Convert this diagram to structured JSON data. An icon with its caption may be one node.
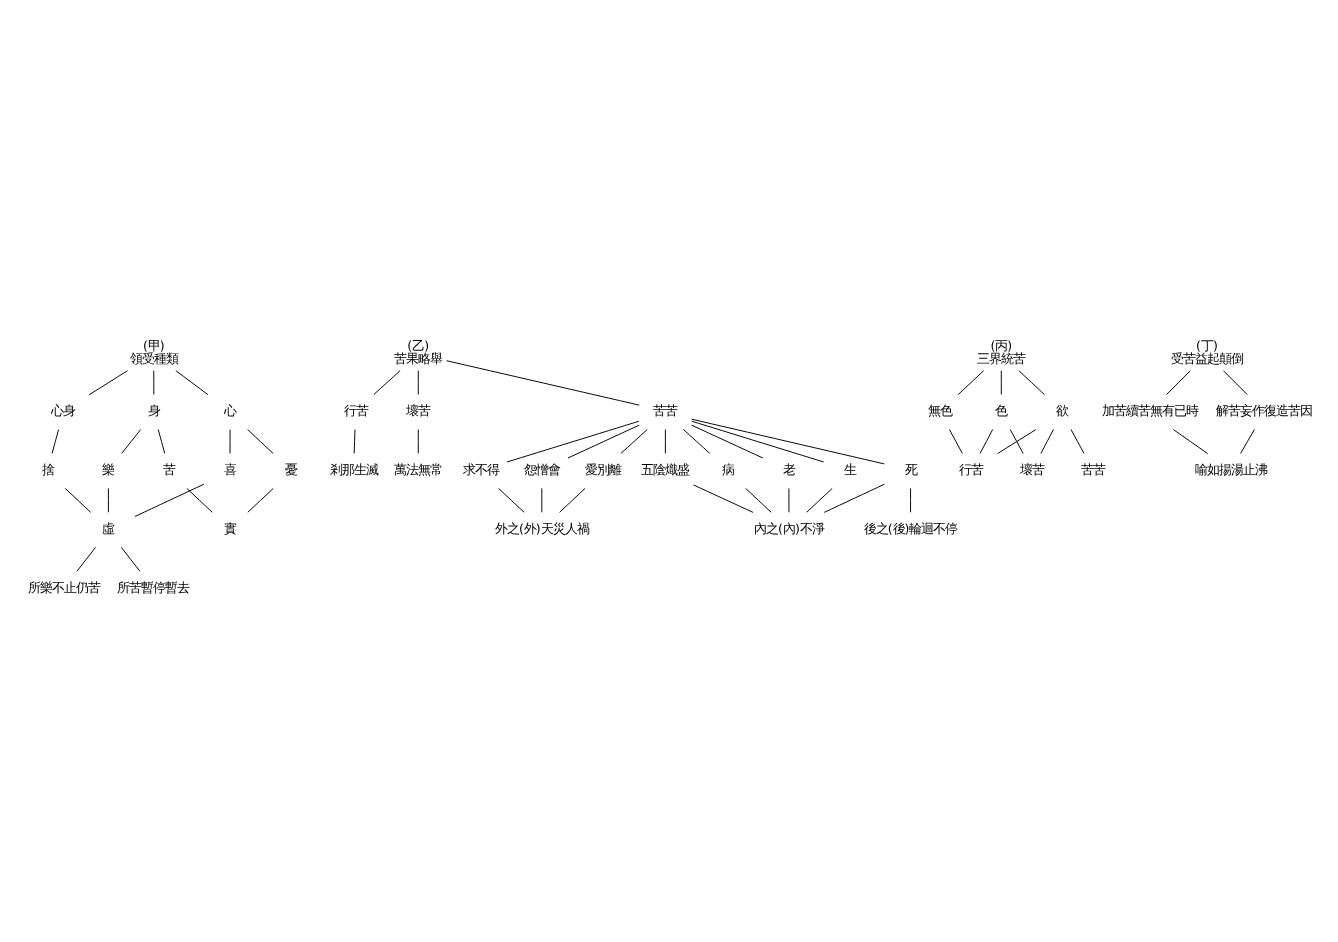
{
  "diagram": {
    "nodes": [
      {
        "text": [
          "(甲)",
          "領受種類"
        ]
      },
      {
        "text": [
          "心身"
        ]
      },
      {
        "text": [
          "心"
        ]
      },
      {
        "text": [
          "身"
        ]
      },
      {
        "text": [
          "捨"
        ]
      },
      {
        "text": [
          "喜"
        ]
      },
      {
        "text": [
          "憂"
        ]
      },
      {
        "text": [
          "樂"
        ]
      },
      {
        "text": [
          "苦"
        ]
      },
      {
        "text": [
          "虛"
        ]
      },
      {
        "text": [
          "實"
        ]
      },
      {
        "text": [
          "所樂不止仍苦"
        ]
      },
      {
        "text": [
          "所苦暫停暫去"
        ]
      },
      {
        "text": [
          "(乙)",
          "苦果略舉"
        ]
      },
      {
        "text": [
          "行苦"
        ]
      },
      {
        "text": [
          "壞苦"
        ]
      },
      {
        "text": [
          "苦苦"
        ]
      },
      {
        "text": [
          "剎那生滅"
        ]
      },
      {
        "text": [
          "萬法無常"
        ]
      },
      {
        "text": [
          "五陰熾盛"
        ]
      },
      {
        "text": [
          "求不得"
        ]
      },
      {
        "text": [
          "怨憎會"
        ]
      },
      {
        "text": [
          "愛別離"
        ]
      },
      {
        "text": [
          "死"
        ]
      },
      {
        "text": [
          "病"
        ]
      },
      {
        "text": [
          "老"
        ]
      },
      {
        "text": [
          "生"
        ]
      },
      {
        "text": [
          "外之(外)天災人禍"
        ]
      },
      {
        "text": [
          "後之(後)輪迴不停"
        ]
      },
      {
        "text": [
          "內之(內)不淨"
        ]
      },
      {
        "text": [
          "(丙)",
          "三界統苦"
        ]
      },
      {
        "text": [
          "無色"
        ]
      },
      {
        "text": [
          "色"
        ]
      },
      {
        "text": [
          "欲"
        ]
      },
      {
        "text": [
          "行苦"
        ]
      },
      {
        "text": [
          "壞苦"
        ]
      },
      {
        "text": [
          "苦苦"
        ]
      },
      {
        "text": [
          "(丁)",
          "受苦益起顛倒"
        ]
      },
      {
        "text": [
          "加苦續苦無有已時"
        ]
      },
      {
        "text": [
          "解苦妄作復造苦因"
        ]
      },
      {
        "text": [
          "喻如揚湯止沸"
        ]
      }
    ],
    "edges": [
      {
        "from": 0,
        "to": 1,
        "arrow": "none"
      },
      {
        "from": 0,
        "to": 2,
        "arrow": "none"
      },
      {
        "from": 0,
        "to": 3,
        "arrow": "none"
      },
      {
        "from": 1,
        "to": 4,
        "arrow": "none"
      },
      {
        "from": 2,
        "to": 5,
        "arrow": "none"
      },
      {
        "from": 2,
        "to": 6,
        "arrow": "none"
      },
      {
        "from": 3,
        "to": 7,
        "arrow": "none"
      },
      {
        "from": 3,
        "to": 8,
        "arrow": "none"
      },
      {
        "from": 4,
        "to": 9,
        "arrow": "none"
      },
      {
        "from": 5,
        "to": 9,
        "arrow": "none"
      },
      {
        "from": 7,
        "to": 9,
        "arrow": "none"
      },
      {
        "from": 6,
        "to": 10,
        "arrow": "none"
      },
      {
        "from": 8,
        "to": 10,
        "arrow": "none"
      },
      {
        "from": 9,
        "to": 11,
        "arrow": "none"
      },
      {
        "from": 9,
        "to": 12,
        "arrow": "none"
      },
      {
        "from": 13,
        "to": 14,
        "arrow": "none"
      },
      {
        "from": 13,
        "to": 15,
        "arrow": "none"
      },
      {
        "from": 13,
        "to": 16,
        "arrow": "none"
      },
      {
        "from": 14,
        "to": 17,
        "arrow": "none"
      },
      {
        "from": 15,
        "to": 18,
        "arrow": "none"
      },
      {
        "from": 16,
        "to": 19,
        "arrow": "none"
      },
      {
        "from": 16,
        "to": 20,
        "arrow": "none"
      },
      {
        "from": 16,
        "to": 21,
        "arrow": "none"
      },
      {
        "from": 16,
        "to": 22,
        "arrow": "none"
      },
      {
        "from": 16,
        "to": 23,
        "arrow": "none"
      },
      {
        "from": 16,
        "to": 24,
        "arrow": "none"
      },
      {
        "from": 16,
        "to": 25,
        "arrow": "none"
      },
      {
        "from": 16,
        "to": 26,
        "arrow": "none"
      },
      {
        "from": 19,
        "to": 29,
        "arrow": "none"
      },
      {
        "from": 20,
        "to": 27,
        "arrow": "none"
      },
      {
        "from": 21,
        "to": 27,
        "arrow": "none"
      },
      {
        "from": 22,
        "to": 27,
        "arrow": "none"
      },
      {
        "from": 23,
        "to": 28,
        "arrow": "none"
      },
      {
        "from": 23,
        "to": 29,
        "arrow": "none"
      },
      {
        "from": 24,
        "to": 29,
        "arrow": "none"
      },
      {
        "from": 25,
        "to": 29,
        "arrow": "none"
      },
      {
        "from": 26,
        "to": 29,
        "arrow": "none"
      },
      {
        "from": 30,
        "to": 31,
        "arrow": "none"
      },
      {
        "from": 30,
        "to": 32,
        "arrow": "none"
      },
      {
        "from": 30,
        "to": 33,
        "arrow": "none"
      },
      {
        "from": 31,
        "to": 34,
        "arrow": "none"
      },
      {
        "from": 32,
        "to": 34,
        "arrow": "none"
      },
      {
        "from": 32,
        "to": 35,
        "arrow": "none"
      },
      {
        "from": 33,
        "to": 34,
        "arrow": "none"
      },
      {
        "from": 33,
        "to": 35,
        "arrow": "none"
      },
      {
        "from": 33,
        "to": 36,
        "arrow": "none"
      },
      {
        "from": 37,
        "to": 38,
        "arrow": "none"
      },
      {
        "from": 37,
        "to": 39,
        "arrow": "none"
      },
      {
        "from": 38,
        "to": 40,
        "arrow": "none"
      },
      {
        "from": 39,
        "to": 40,
        "arrow": "none"
      }
    ]
  }
}
